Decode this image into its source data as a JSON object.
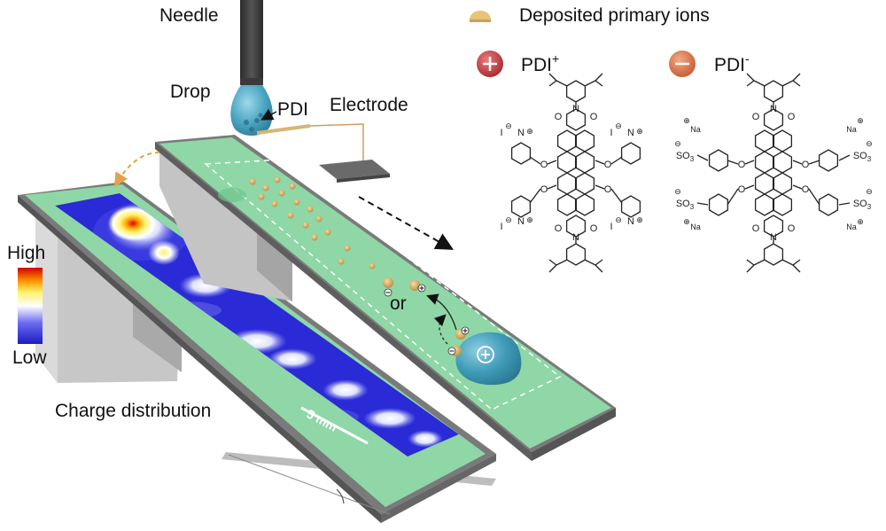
{
  "labels": {
    "needle": "Needle",
    "drop": "Drop",
    "pdi": "PDI",
    "electrode": "Electrode",
    "charge_distribution": "Charge distribution",
    "scale_bar": "5 mm",
    "or": "or",
    "colorbar_high": "High",
    "colorbar_low": "Low"
  },
  "legend": {
    "deposited": "Deposited primary ions",
    "pdi_plus": "PDI",
    "pdi_plus_sup": "+",
    "pdi_minus": "PDI",
    "pdi_minus_sup": "-"
  },
  "chem": {
    "O": "O",
    "N": "N",
    "I": "I",
    "Na": "Na",
    "SO3": "SO",
    "three": "3",
    "plus": "⊕",
    "minus": "⊖"
  },
  "colors": {
    "slide_green": "#8fd7a6",
    "slide_edge": "#6e6e6e",
    "ion_gold": "#d8a85a",
    "pdi_plus_red": "#c8464a",
    "pdi_minus_orange": "#e07a4e",
    "pyridinium_fill": "#f19aa3",
    "sulfonate_fill": "#f6a23a",
    "drop_blue": "#4aa5c2"
  }
}
